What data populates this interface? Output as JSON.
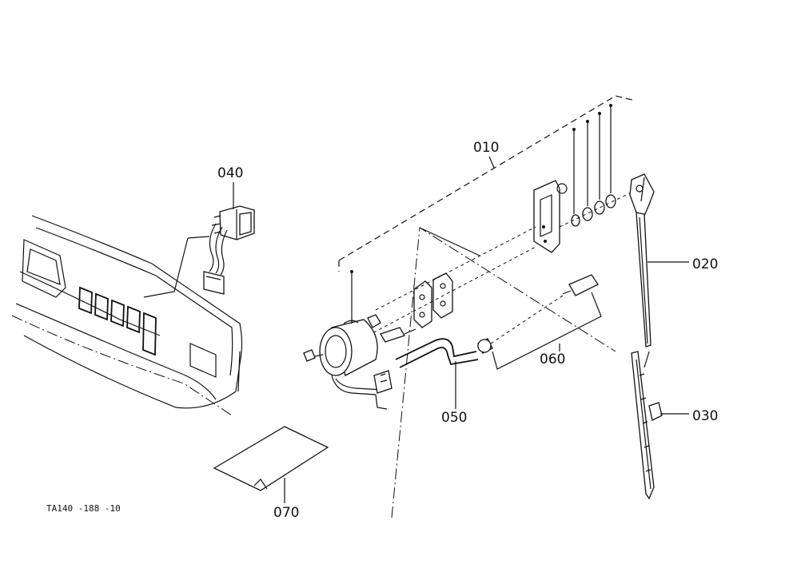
{
  "drawing_ref": "TA140 -188 -10",
  "parts": [
    {
      "id": "p010",
      "label": "010",
      "icon": "wiper-motor-assembly-icon"
    },
    {
      "id": "p020",
      "label": "020",
      "icon": "wiper-arm-icon"
    },
    {
      "id": "p030",
      "label": "030",
      "icon": "wiper-blade-icon"
    },
    {
      "id": "p040",
      "label": "040",
      "icon": "wiper-switch-icon"
    },
    {
      "id": "p050",
      "label": "050",
      "icon": "washer-hose-icon"
    },
    {
      "id": "p060",
      "label": "060",
      "icon": "washer-nozzle-icon"
    },
    {
      "id": "p070",
      "label": "070",
      "icon": "decal-label-icon"
    }
  ]
}
